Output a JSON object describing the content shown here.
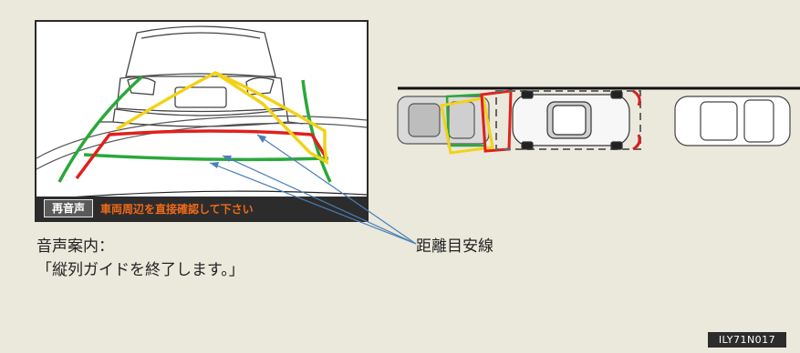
{
  "camera_view": {
    "voice_button_label": "再音声",
    "warning_text": "車両周辺を直接確認して下さい"
  },
  "caption": {
    "line1": "音声案内：",
    "line2": "「縦列ガイドを終了します。」"
  },
  "guide_line_label": "距離目安線",
  "figure_id": "ILY71N017",
  "colors": {
    "background": "#ebe9dc",
    "guide_green": "#2aa83a",
    "guide_red": "#e0201c",
    "guide_yellow": "#f2d21a",
    "leader_blue": "#4a7fb8",
    "bar": "#2c2c2c",
    "warning_orange": "#f06a1a"
  }
}
